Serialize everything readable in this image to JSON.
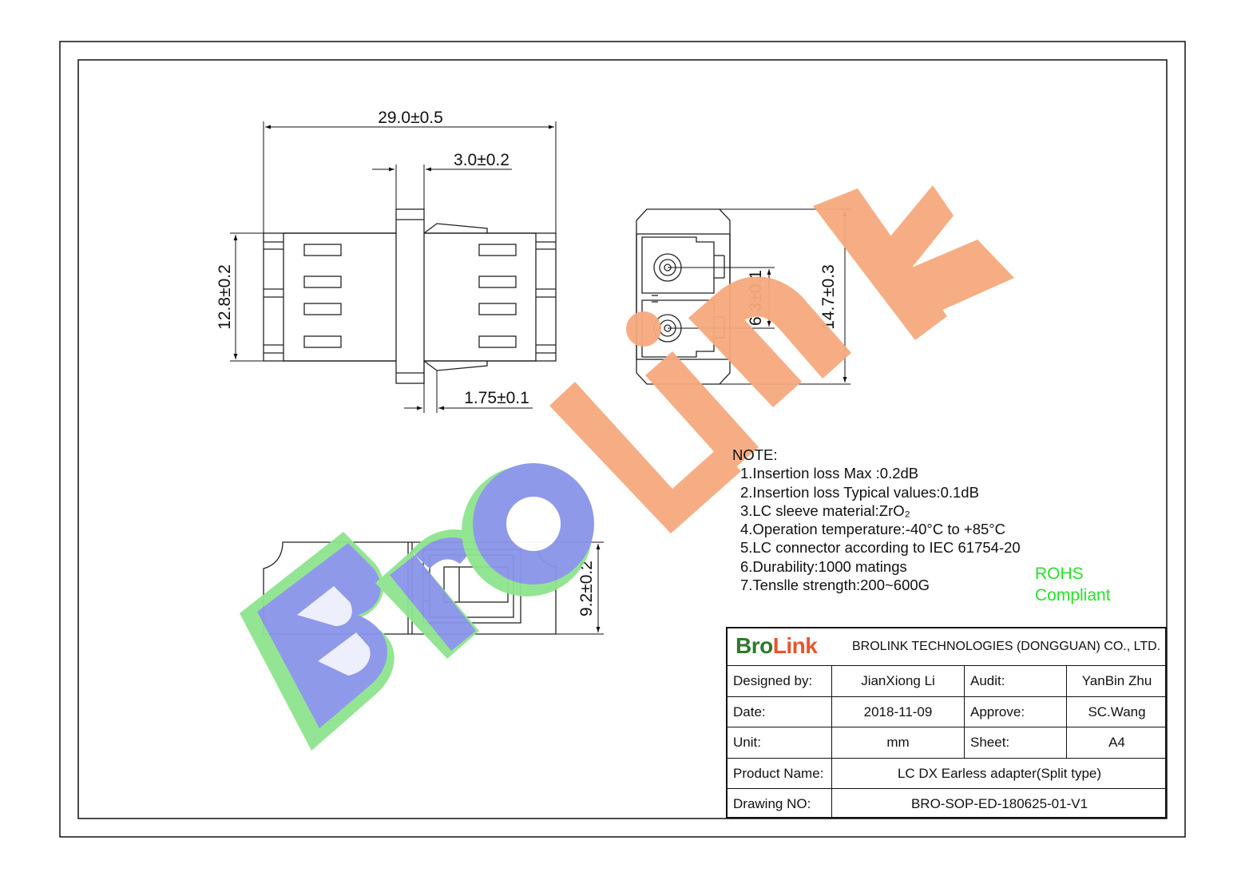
{
  "dimensions": {
    "overall_length": "29.0±0.5",
    "flange_width": "3.0±0.2",
    "side_height": "12.8±0.2",
    "bottom_gap": "1.75±0.1",
    "pitch": "6.3±0.1",
    "end_height": "14.7±0.3",
    "top_height": "9.2±0.2"
  },
  "watermark": {
    "text": "BroLink",
    "colors": {
      "green": "#8ee48e",
      "blue": "#8a94e8",
      "orange": "#f7a97e"
    }
  },
  "note": {
    "title": "NOTE:",
    "lines": [
      "1.Insertion loss Max :0.2dB",
      "2.Insertion loss Typical values:0.1dB",
      "3.LC sleeve material:ZrO₂",
      "4.Operation temperature:-40°C to +85°C",
      "5.LC connector according to IEC 61754-20",
      "6.Durability:1000 matings",
      "7.Tenslle strength:200~600G"
    ]
  },
  "rohs": {
    "line1": "ROHS",
    "line2": "Compliant",
    "color": "#27e227"
  },
  "title_block": {
    "logo": {
      "part1": "Bro",
      "part2": "Link",
      "color1": "#2b7a2b",
      "color2": "#e8552a"
    },
    "company": "BROLINK TECHNOLOGIES (DONGGUAN) CO., LTD.",
    "designed_by_label": "Designed by:",
    "designed_by": "JianXiong  Li",
    "audit_label": "Audit:",
    "audit": "YanBin  Zhu",
    "date_label": "Date:",
    "date": "2018-11-09",
    "approve_label": "Approve:",
    "approve": "SC.Wang",
    "unit_label": "Unit:",
    "unit": "mm",
    "sheet_label": "Sheet:",
    "sheet": "A4",
    "product_name_label": "Product Name:",
    "product_name": "LC DX Earless adapter(Split type)",
    "drawing_no_label": "Drawing NO:",
    "drawing_no": "BRO-SOP-ED-180625-01-V1"
  }
}
